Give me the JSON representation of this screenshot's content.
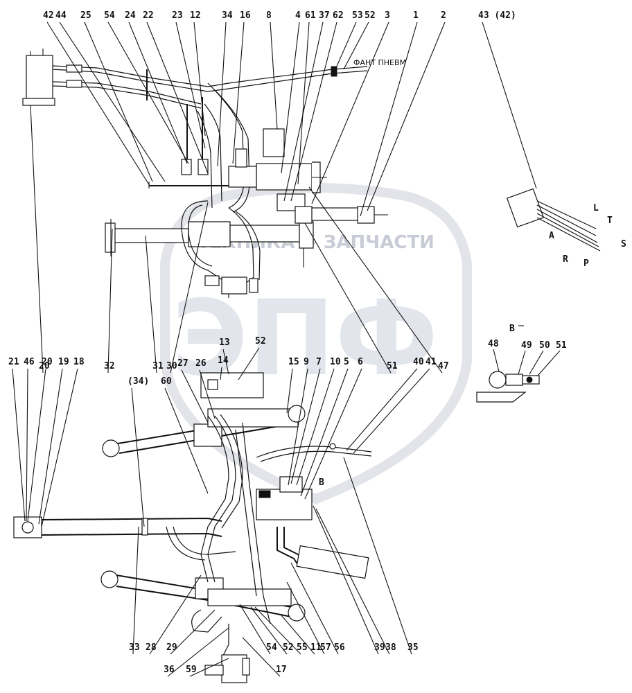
{
  "watermark": {
    "line": "ТЕХНИКА ⚙ ЗАПЧАСТИ",
    "big": "ЭПФ"
  },
  "callouts": {
    "top": [
      "42",
      "44",
      "25",
      "54",
      "24",
      "22",
      "23",
      "12",
      "34",
      "16",
      "8",
      "4",
      "61",
      "37",
      "62",
      "53",
      "52",
      "3",
      "1",
      "2",
      "43 (42)"
    ],
    "middle": [
      "20",
      "32",
      "31",
      "30",
      "51",
      "47"
    ],
    "lower_top": [
      "21",
      "46",
      "20",
      "19",
      "18",
      "(34)",
      "60",
      "27",
      "26",
      "13",
      "52",
      "14",
      "15",
      "9",
      "7",
      "10",
      "5",
      "6",
      "40",
      "41"
    ],
    "bottom": [
      "33",
      "28",
      "29",
      "36",
      "59",
      "54",
      "52",
      "55",
      "11",
      "57",
      "56",
      "39",
      "38",
      "35",
      "17"
    ]
  },
  "inset_detail": {
    "title": "В",
    "labels": [
      "48",
      "49",
      "50",
      "51"
    ]
  },
  "hose_labels": [
    "L",
    "T",
    "A",
    "R",
    "P",
    "S"
  ],
  "marker_b": "В",
  "top_tag": "ФАНТ ПНЕВМ"
}
